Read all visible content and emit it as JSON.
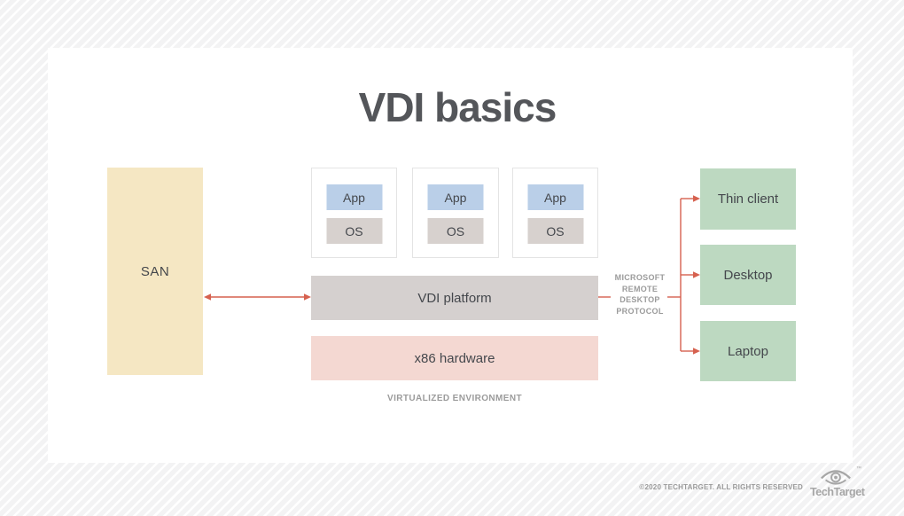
{
  "title": "VDI basics",
  "diagram": {
    "san": {
      "label": "SAN"
    },
    "vms": [
      {
        "app": "App",
        "os": "OS"
      },
      {
        "app": "App",
        "os": "OS"
      },
      {
        "app": "App",
        "os": "OS"
      }
    ],
    "platform": {
      "label": "VDI platform"
    },
    "hardware": {
      "label": "x86 hardware"
    },
    "environment_caption": "VIRTUALIZED ENVIRONMENT",
    "protocol": {
      "lines": [
        "MICROSOFT",
        "REMOTE",
        "DESKTOP",
        "PROTOCOL"
      ]
    },
    "clients": [
      {
        "label": "Thin client"
      },
      {
        "label": "Desktop"
      },
      {
        "label": "Laptop"
      }
    ]
  },
  "footer": {
    "copyright": "©2020 TECHTARGET. ALL RIGHTS RESERVED",
    "brand": "TechTarget",
    "trademark": "™"
  },
  "colors": {
    "san_bg": "#f5e7c3",
    "app_bg": "#bacfe8",
    "os_bg": "#d7d1ce",
    "platform_bg": "#d5d0cf",
    "hardware_bg": "#f4d8d2",
    "client_bg": "#bdd9c1",
    "arrow": "#d6614f",
    "title_text": "#54565a",
    "label_text": "#44474c",
    "muted_text": "#9b9b9b"
  }
}
